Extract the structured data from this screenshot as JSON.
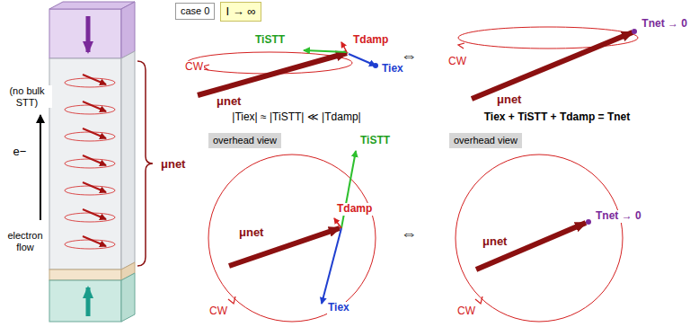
{
  "diagram": {
    "nodes": [
      {
        "text": [
          "case 0"
        ]
      },
      {
        "text": [
          "I → ∞"
        ]
      },
      {
        "text": [
          "overhead view"
        ]
      },
      {
        "text": [
          "overhead view"
        ]
      }
    ],
    "labels": [
      "(no bulk STT)",
      "e−",
      "electron flow",
      "μnet",
      "TiSTT",
      "Tdamp",
      "Tiex",
      "CW",
      "μnet",
      "⇔",
      "Tnet → 0",
      "CW",
      "μnet",
      "|Tiex| ≈ |TiSTT| ≪ |Tdamp|",
      "Tiex + TiSTT + Tdamp = Tnet",
      "TiSTT",
      "Tdamp",
      "μnet",
      "Tiex",
      "CW",
      "⇔",
      "Tnet → 0",
      "μnet",
      "CW"
    ]
  }
}
